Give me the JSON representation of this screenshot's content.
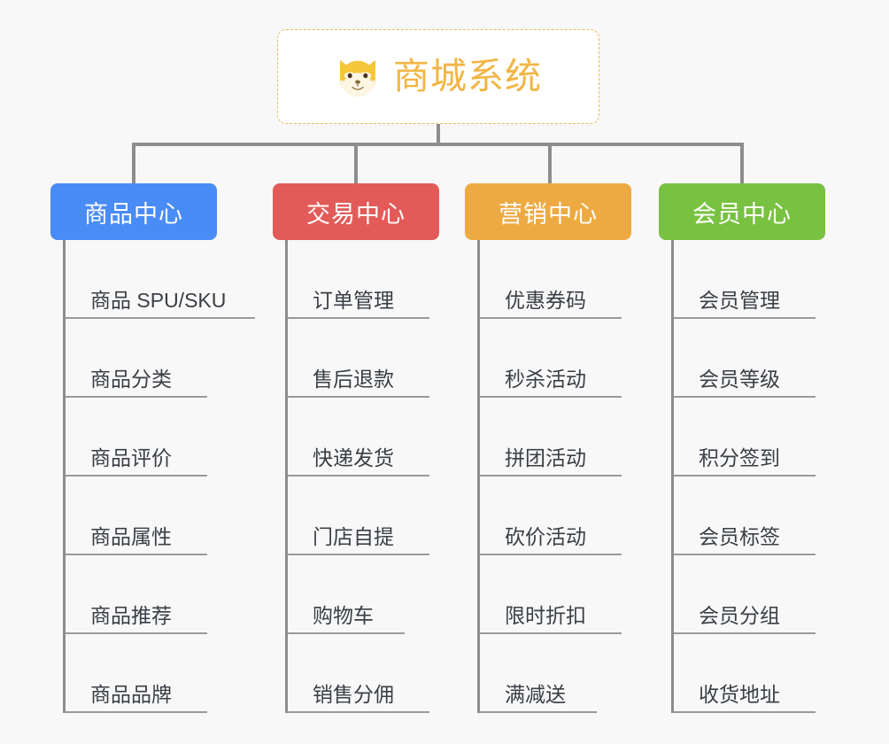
{
  "background_color": "#f8f8f8",
  "root": {
    "title": "商城系统",
    "icon": "shiba-dog-face-icon",
    "text_color": "#f2b544",
    "border_color": "#f0b95c",
    "background_color": "#ffffff"
  },
  "branches": [
    {
      "title": "商品中心",
      "color": "#4a8cf5",
      "items": [
        {
          "label": "商品 SPU/SKU",
          "width": "wide"
        },
        {
          "label": "商品分类",
          "width": "short"
        },
        {
          "label": "商品评价",
          "width": "short"
        },
        {
          "label": "商品属性",
          "width": "short"
        },
        {
          "label": "商品推荐",
          "width": "short"
        },
        {
          "label": "商品品牌",
          "width": "short"
        }
      ]
    },
    {
      "title": "交易中心",
      "color": "#e25b58",
      "items": [
        {
          "label": "订单管理",
          "width": "short"
        },
        {
          "label": "售后退款",
          "width": "short"
        },
        {
          "label": "快递发货",
          "width": "short"
        },
        {
          "label": "门店自提",
          "width": "short"
        },
        {
          "label": "购物车",
          "width": "short"
        },
        {
          "label": "销售分佣",
          "width": "short"
        }
      ]
    },
    {
      "title": "营销中心",
      "color": "#eeaa42",
      "items": [
        {
          "label": "优惠券码",
          "width": "short"
        },
        {
          "label": "秒杀活动",
          "width": "short"
        },
        {
          "label": "拼团活动",
          "width": "short"
        },
        {
          "label": "砍价活动",
          "width": "short"
        },
        {
          "label": "限时折扣",
          "width": "short"
        },
        {
          "label": "满减送",
          "width": "short"
        }
      ]
    },
    {
      "title": "会员中心",
      "color": "#79c241",
      "items": [
        {
          "label": "会员管理",
          "width": "short"
        },
        {
          "label": "会员等级",
          "width": "short"
        },
        {
          "label": "积分签到",
          "width": "short"
        },
        {
          "label": "会员标签",
          "width": "short"
        },
        {
          "label": "会员分组",
          "width": "short"
        },
        {
          "label": "收货地址",
          "width": "short"
        }
      ]
    }
  ],
  "connector_color": "#8d8d8d"
}
